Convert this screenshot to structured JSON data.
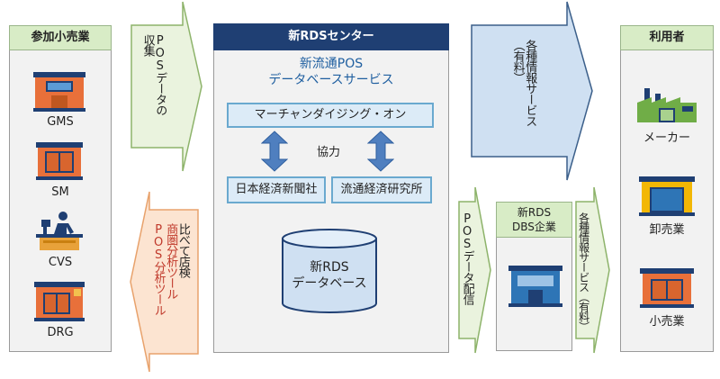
{
  "participants": {
    "title": "参加小売業",
    "items": [
      {
        "label": "GMS",
        "icon": "gms-store-icon"
      },
      {
        "label": "SM",
        "icon": "supermarket-icon"
      },
      {
        "label": "CVS",
        "icon": "cashier-icon"
      },
      {
        "label": "DRG",
        "icon": "drugstore-icon"
      }
    ]
  },
  "arrow_collect": {
    "line1": "POSデータの",
    "line2": "収集"
  },
  "arrow_tools": {
    "line1": "比べて店検",
    "line2": "商圏分析ツール",
    "line3": "POS分析ツール"
  },
  "center": {
    "title": "新RDSセンター",
    "service_line1": "新流通POS",
    "service_line2": "データベースサービス",
    "merch": "マーチャンダイジング・オン",
    "cooperation": "協力",
    "org1": "日本経済新聞社",
    "org2": "流通経済研究所",
    "db_line1": "新RDS",
    "db_line2": "データベース"
  },
  "arrow_services_paid": {
    "line1": "各種情報サービス",
    "line2": "（有料）"
  },
  "arrow_distribution": {
    "text": "POSデータ配信"
  },
  "dbs": {
    "line1": "新RDS",
    "line2": "DBS企業",
    "icon": "dbs-building-icon"
  },
  "arrow_services_paid2": {
    "text": "各種情報サービス（有料）"
  },
  "users": {
    "title": "利用者",
    "items": [
      {
        "label": "メーカー",
        "icon": "factory-icon"
      },
      {
        "label": "卸売業",
        "icon": "wholesale-icon"
      },
      {
        "label": "小売業",
        "icon": "retail-store-icon"
      }
    ]
  },
  "colors": {
    "green_fill": "#eaf3de",
    "green_border": "#8db36a",
    "orange_fill": "#fce4d1",
    "orange_border": "#e8a26c",
    "navy": "#1f3f73",
    "blue_fill": "#cfe0f2",
    "accent_red": "#c0392b"
  }
}
